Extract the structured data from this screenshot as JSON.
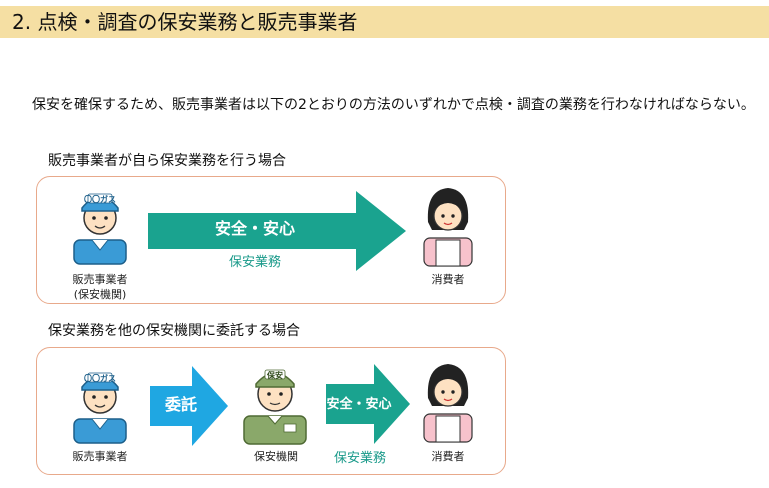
{
  "header": {
    "title": "2. 点検・調査の保安業務と販売事業者"
  },
  "intro": {
    "text": "保安を確保するため、販売事業者は以下の2とおりの方法のいずれかで点検・調査の業務を行わなければならない。"
  },
  "section1": {
    "title": "販売事業者が自ら保安業務を行う場合",
    "seller_cap": "〇〇ガス",
    "seller_label_line1": "販売事業者",
    "seller_label_line2": "(保安機関)",
    "arrow_label": "安全・安心",
    "arrow_sublabel": "保安業務",
    "consumer_label": "消費者"
  },
  "section2": {
    "title": "保安業務を他の保安機関に委託する場合",
    "seller_cap": "〇〇ガス",
    "seller_label": "販売事業者",
    "delegate_arrow_label": "委託",
    "agency_cap": "保安",
    "agency_label": "保安機関",
    "safety_arrow_label": "安全・安心",
    "safety_sublabel": "保安業務",
    "consumer_label": "消費者"
  },
  "colors": {
    "header_bg": "#f5dfa3",
    "box_border": "#e8a98b",
    "teal_arrow": "#1aa38f",
    "blue_arrow": "#1fa7e2",
    "worker_blue": "#3a9bd6",
    "agency_green": "#8aa86a"
  }
}
